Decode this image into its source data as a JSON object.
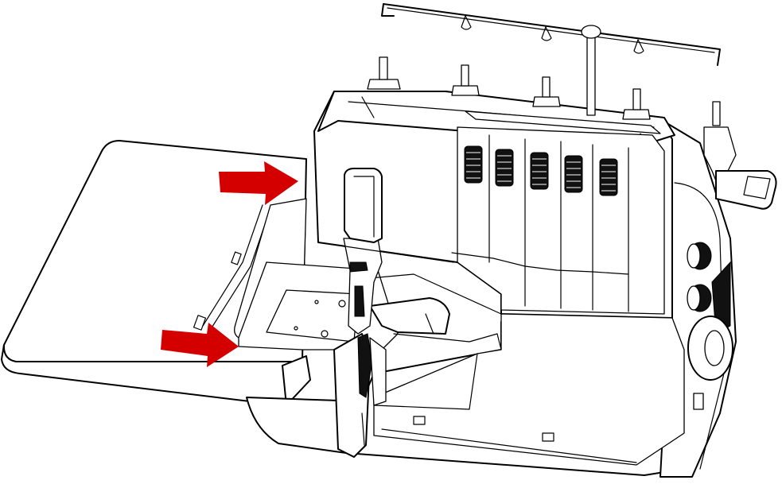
{
  "figure": {
    "colors": {
      "line": "#000000",
      "background": "#ffffff",
      "arrow": "#d40000"
    },
    "arrows": [
      {
        "name": "arrow-upper",
        "direction": "right"
      },
      {
        "name": "arrow-lower",
        "direction": "right"
      }
    ],
    "icons": [
      "serger-machine-icon",
      "extension-table-icon",
      "thread-guide-icon",
      "arrow-right-icon"
    ]
  }
}
